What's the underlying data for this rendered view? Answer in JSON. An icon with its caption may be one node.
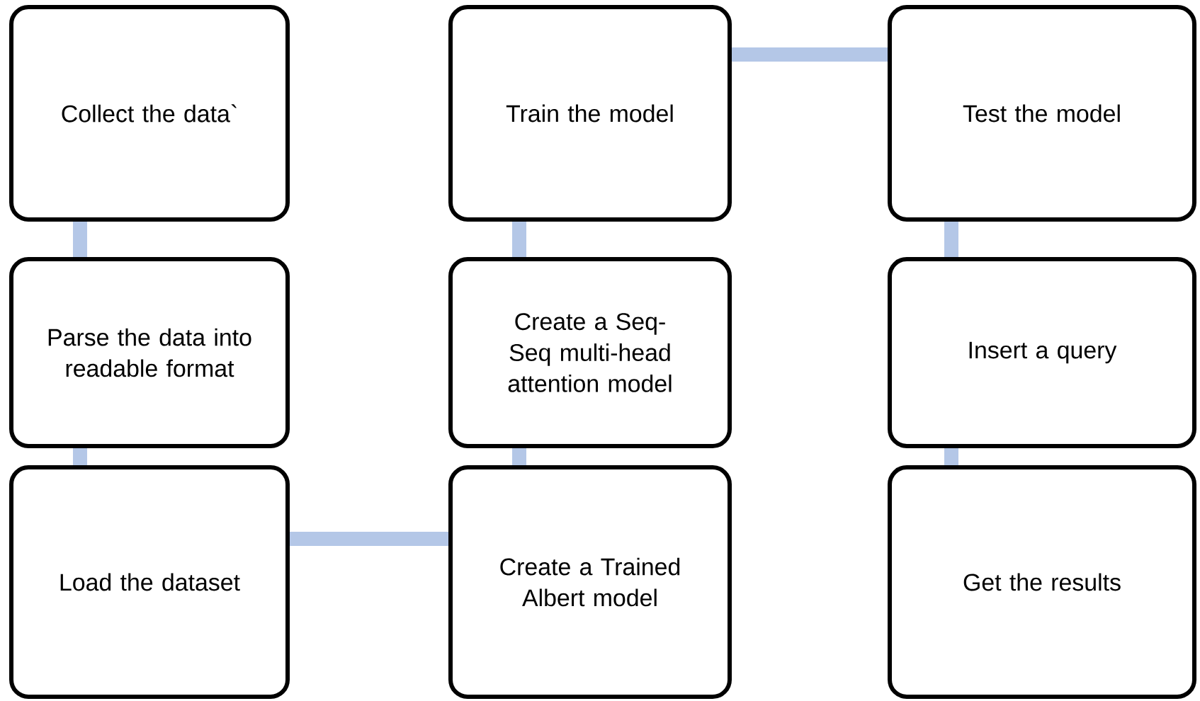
{
  "diagram": {
    "nodes": [
      {
        "text": [
          "Collect the data`"
        ]
      },
      {
        "text": [
          "Parse the data into readable format"
        ]
      },
      {
        "text": [
          "Load the dataset"
        ]
      },
      {
        "text": [
          "Create a Trained Albert model"
        ]
      },
      {
        "text": [
          "Create a Seq-Seq multi-head attention model"
        ]
      },
      {
        "text": [
          "Train the model"
        ]
      },
      {
        "text": [
          "Test the model"
        ]
      },
      {
        "text": [
          "Insert a query"
        ]
      },
      {
        "text": [
          "Get the results"
        ]
      }
    ],
    "edges": [
      {
        "from": 0,
        "to": 1,
        "arrow": "none"
      },
      {
        "from": 1,
        "to": 2,
        "arrow": "none"
      },
      {
        "from": 2,
        "to": 3,
        "arrow": "none"
      },
      {
        "from": 3,
        "to": 4,
        "arrow": "none"
      },
      {
        "from": 4,
        "to": 5,
        "arrow": "none"
      },
      {
        "from": 5,
        "to": 6,
        "arrow": "none"
      },
      {
        "from": 6,
        "to": 7,
        "arrow": "none"
      },
      {
        "from": 7,
        "to": 8,
        "arrow": "none"
      }
    ]
  }
}
